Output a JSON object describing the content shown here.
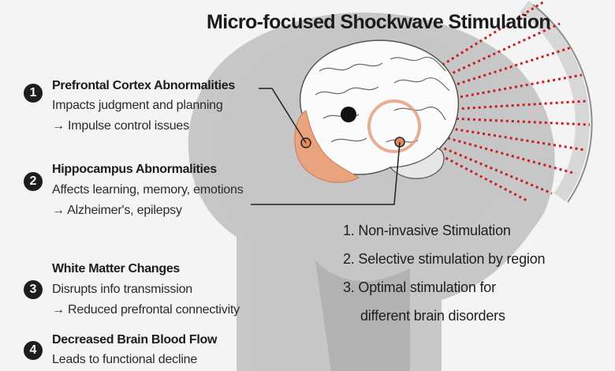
{
  "title": "Micro-focused Shockwave Stimulation",
  "items": [
    {
      "number": "1",
      "heading": "Prefrontal Cortex Abnormalities",
      "line1": "Impacts judgment and planning",
      "line2": "→ Impulse control issues"
    },
    {
      "number": "2",
      "heading": "Hippocampus Abnormalities",
      "line1": "Affects learning, memory, emotions",
      "line2": "→ Alzheimer's, epilepsy"
    },
    {
      "number": "3",
      "heading": "White Matter Changes",
      "line1": "Disrupts info transmission",
      "line2": "→ Reduced prefrontal connectivity"
    },
    {
      "number": "4",
      "heading": "Decreased Brain Blood Flow",
      "line1": "Leads to functional decline"
    }
  ],
  "benefits": [
    "1. Non-invasive Stimulation",
    "2. Selective stimulation by region",
    "3. Optimal stimulation for",
    "different brain disorders"
  ],
  "colors": {
    "head_silhouette": "#c5c5c5",
    "head_shadow": "#9c9c9c",
    "brain": "#fafafa",
    "prefrontal": "#e9a37f",
    "shockwave_dots": "#c81e1e",
    "device_arc": "#d8d8d8"
  },
  "icons": [
    "shockwave-device-icon",
    "brain-illustration"
  ]
}
